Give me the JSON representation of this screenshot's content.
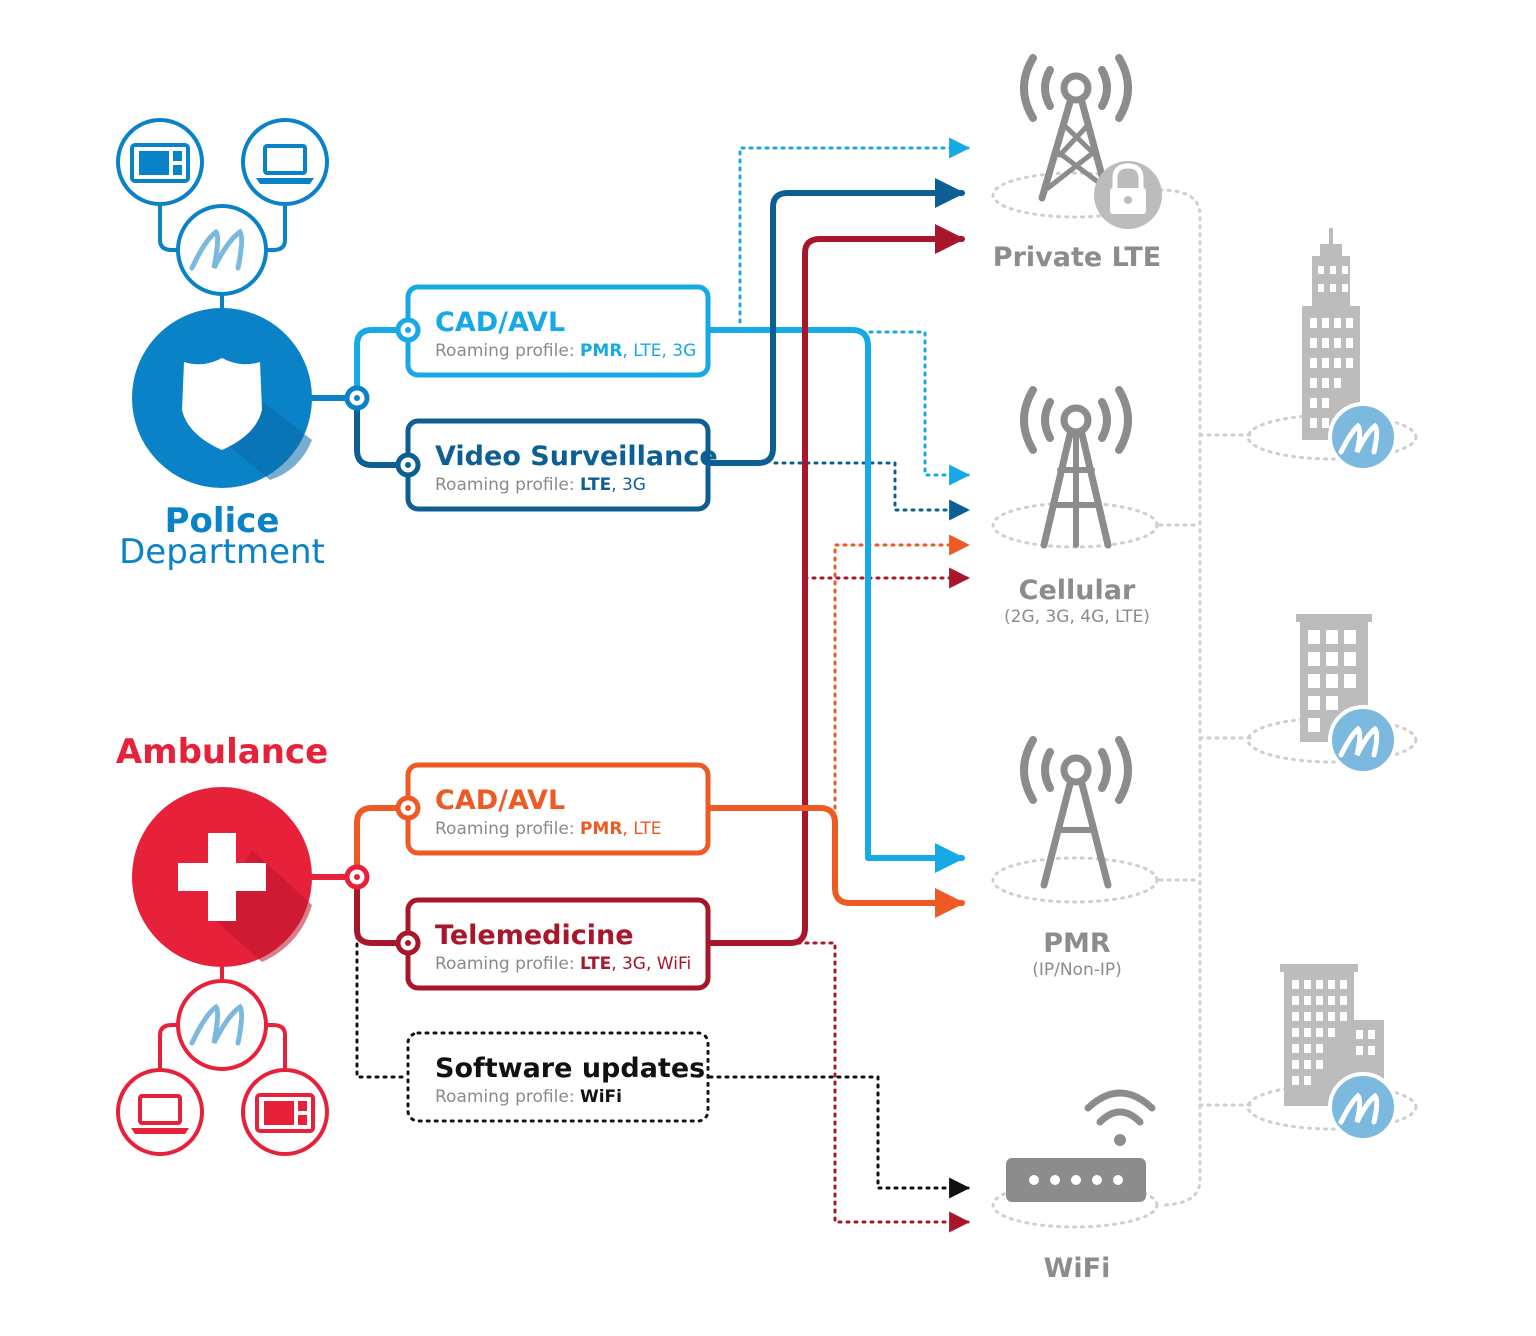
{
  "colors": {
    "police_blue": "#0a82c8",
    "light_blue": "#16a9e6",
    "dark_blue": "#0d5e93",
    "red": "#e8213a",
    "orange": "#ee5a24",
    "dark_red": "#a8162b",
    "gray": "#8c8c8c",
    "light_gray": "#cfcfcf",
    "m_badge": "#7cb9df"
  },
  "police": {
    "name_line1": "Police",
    "name_line2": "Department",
    "icons": [
      "shield-icon",
      "tablet-icon",
      "laptop-icon",
      "m-logo-icon"
    ]
  },
  "ambulance": {
    "name": "Ambulance",
    "icons": [
      "cross-icon",
      "laptop-icon",
      "tablet-icon",
      "m-logo-icon"
    ]
  },
  "services": {
    "police_cad": {
      "title": "CAD/AVL",
      "profile_prefix": "Roaming profile: ",
      "profile_bold": "PMR",
      "profile_rest": ", LTE, 3G"
    },
    "police_video": {
      "title": "Video Surveillance",
      "profile_prefix": "Roaming profile: ",
      "profile_bold": "LTE",
      "profile_rest": ", 3G"
    },
    "amb_cad": {
      "title": "CAD/AVL",
      "profile_prefix": "Roaming profile: ",
      "profile_bold": "PMR",
      "profile_rest": ", LTE"
    },
    "amb_tele": {
      "title": "Telemedicine",
      "profile_prefix": "Roaming profile: ",
      "profile_bold": "LTE",
      "profile_rest": ", 3G, WiFi"
    },
    "amb_sw": {
      "title": "Software updates",
      "profile_prefix": "Roaming profile: ",
      "profile_bold": "WiFi",
      "profile_rest": ""
    }
  },
  "networks": {
    "private_lte": {
      "title": "Private LTE",
      "sub": "",
      "icon": "tower-lock-icon"
    },
    "cellular": {
      "title": "Cellular",
      "sub": "(2G, 3G, 4G, LTE)",
      "icon": "tower-icon"
    },
    "pmr": {
      "title": "PMR",
      "sub": "(IP/Non-IP)",
      "icon": "tower-icon"
    },
    "wifi": {
      "title": "WiFi",
      "sub": "",
      "icon": "wifi-router-icon"
    }
  },
  "buildings": [
    "skyscraper-icon",
    "office-building-icon",
    "building-complex-icon"
  ]
}
